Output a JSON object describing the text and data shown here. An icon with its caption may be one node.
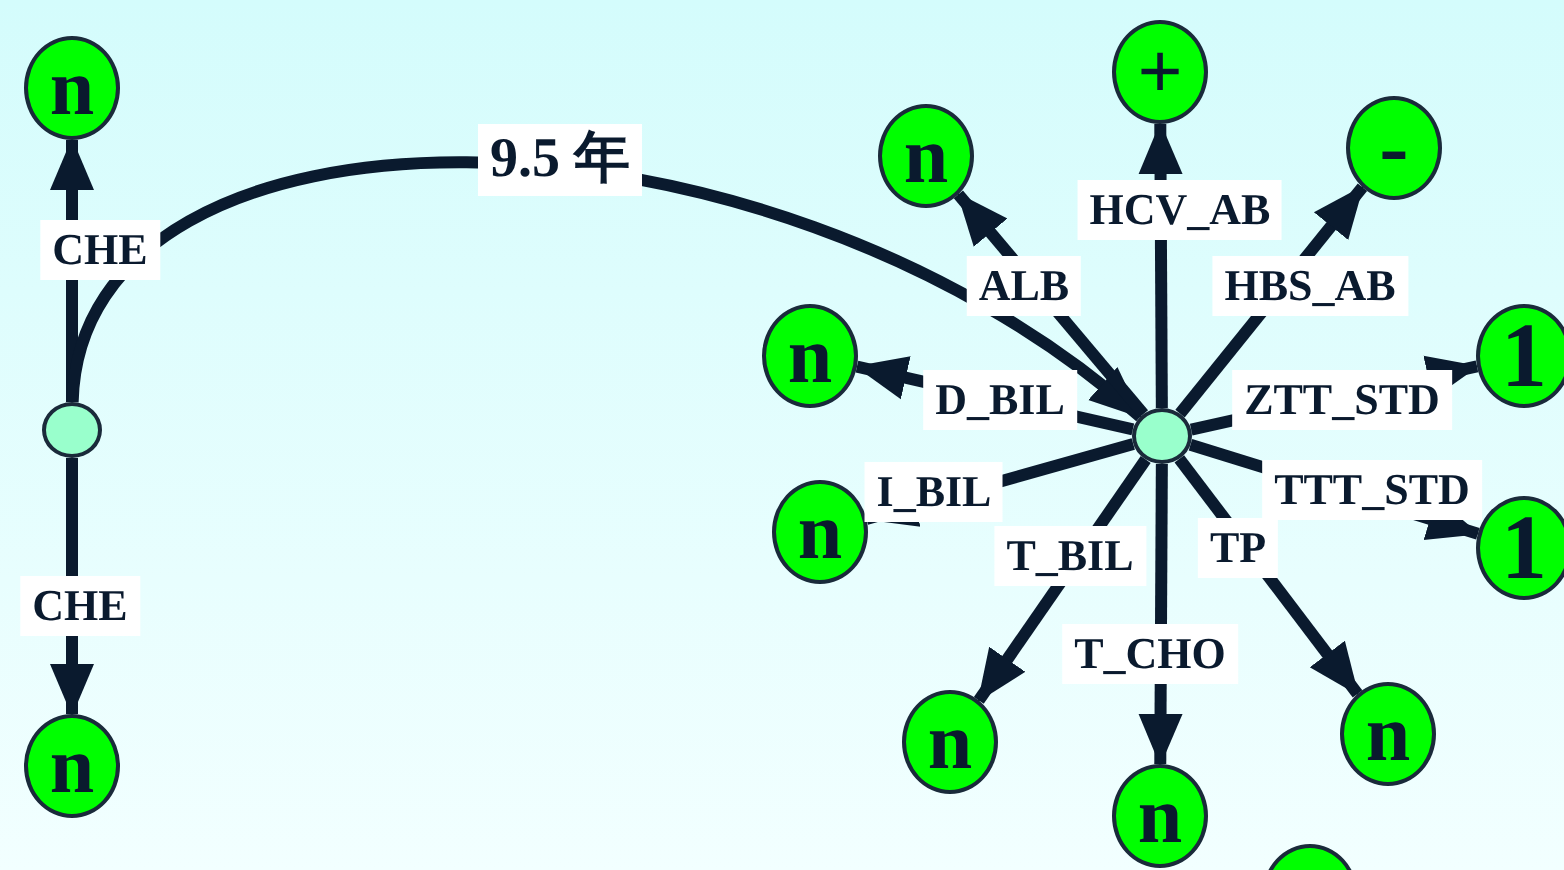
{
  "diagram": {
    "nodes": [
      {
        "text": [
          "n"
        ]
      },
      {
        "text": [],
        "shape": "circle"
      },
      {
        "text": [
          "n"
        ]
      },
      {
        "text": [
          "+"
        ]
      },
      {
        "text": [
          "n"
        ]
      },
      {
        "text": [
          "-"
        ]
      },
      {
        "text": [
          "n"
        ]
      },
      {
        "text": [
          "1"
        ]
      },
      {
        "text": [],
        "shape": "circle"
      },
      {
        "text": [
          "n"
        ]
      },
      {
        "text": [
          "1"
        ]
      },
      {
        "text": [
          "n"
        ]
      },
      {
        "text": [
          "n"
        ]
      },
      {
        "text": [
          "n"
        ]
      },
      {
        "text": [],
        "shape": "circle"
      }
    ],
    "edges": [
      {
        "from": 1,
        "to": 0,
        "arrow": "to",
        "label": "CHE"
      },
      {
        "from": 1,
        "to": 2,
        "arrow": "to",
        "label": "CHE"
      },
      {
        "from": 1,
        "to": 8,
        "arrow": "to",
        "label": "9.5 年"
      },
      {
        "from": 8,
        "to": 4,
        "arrow": "to",
        "label": "ALB"
      },
      {
        "from": 8,
        "to": 3,
        "arrow": "to",
        "label": "HCV_AB"
      },
      {
        "from": 8,
        "to": 5,
        "arrow": "to",
        "label": "HBS_AB"
      },
      {
        "from": 8,
        "to": 6,
        "arrow": "to",
        "label": "D_BIL"
      },
      {
        "from": 8,
        "to": 7,
        "arrow": "to",
        "label": "ZTT_STD"
      },
      {
        "from": 8,
        "to": 9,
        "arrow": "to",
        "label": "I_BIL"
      },
      {
        "from": 8,
        "to": 10,
        "arrow": "to",
        "label": "TTT_STD"
      },
      {
        "from": 8,
        "to": 11,
        "arrow": "to",
        "label": "T_BIL"
      },
      {
        "from": 8,
        "to": 12,
        "arrow": "to",
        "label": "T_CHO"
      },
      {
        "from": 8,
        "to": 13,
        "arrow": "to",
        "label": "TP"
      }
    ]
  }
}
